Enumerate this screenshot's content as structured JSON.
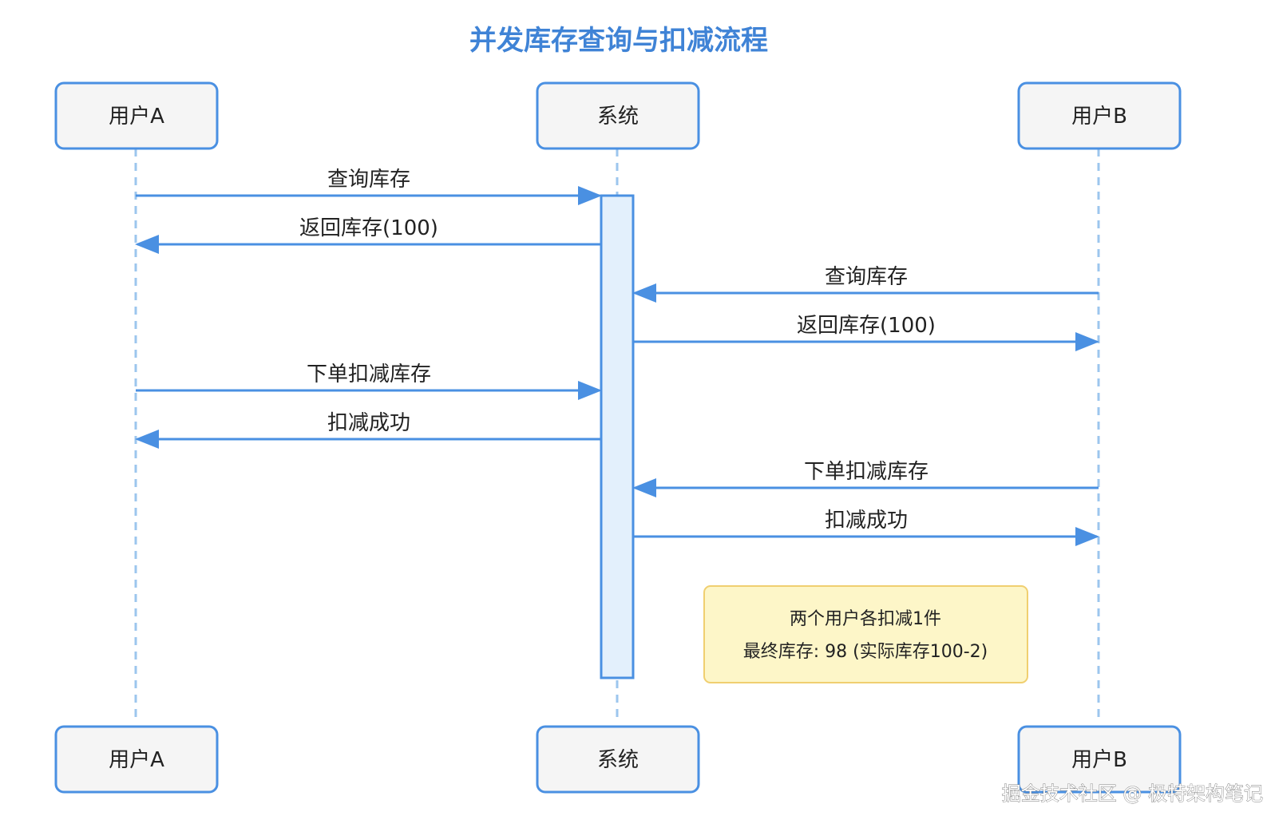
{
  "title": "并发库存查询与扣减流程",
  "participants": {
    "user_a": "用户A",
    "system": "系统",
    "user_b": "用户B"
  },
  "messages": [
    {
      "label": "查询库存",
      "from": "user_a",
      "to": "system"
    },
    {
      "label": "返回库存(100)",
      "from": "system",
      "to": "user_a"
    },
    {
      "label": "查询库存",
      "from": "user_b",
      "to": "system"
    },
    {
      "label": "返回库存(100)",
      "from": "system",
      "to": "user_b"
    },
    {
      "label": "下单扣减库存",
      "from": "user_a",
      "to": "system"
    },
    {
      "label": "扣减成功",
      "from": "system",
      "to": "user_a"
    },
    {
      "label": "下单扣减库存",
      "from": "user_b",
      "to": "system"
    },
    {
      "label": "扣减成功",
      "from": "system",
      "to": "user_b"
    }
  ],
  "note": {
    "line1": "两个用户各扣减1件",
    "line2": "最终库存: 98 (实际库存100-2)"
  },
  "watermark": "掘金技术社区 @ 极特架构笔记",
  "colors": {
    "accent": "#4a90e2",
    "box_fill": "#f5f5f5",
    "activation_fill": "#e3f0fc",
    "note_fill": "#fdf6c8",
    "note_border": "#f0cf70",
    "lifeline": "#9cc6ee"
  }
}
